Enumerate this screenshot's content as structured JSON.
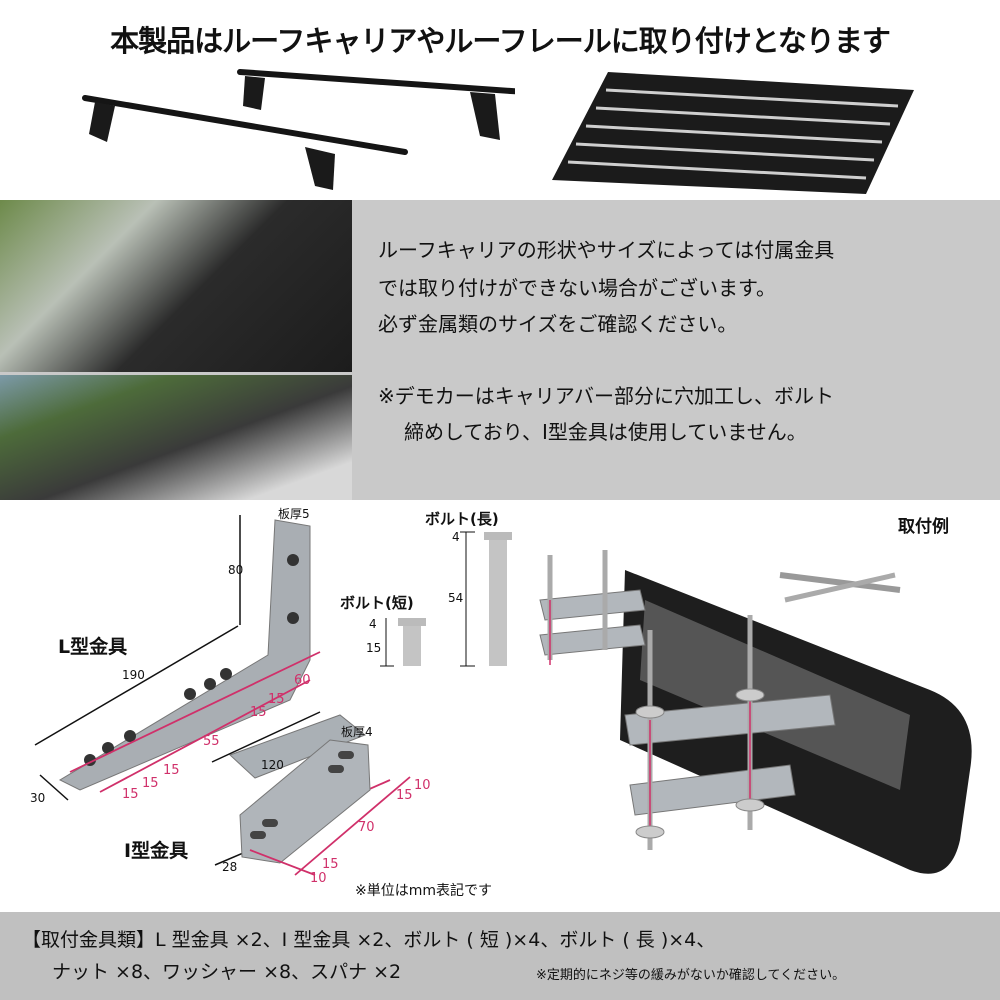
{
  "title": "本製品はルーフキャリアやルーフレールに取り付けとなります",
  "notice": {
    "line1": "ルーフキャリアの形状やサイズによっては付属金具",
    "line2": "では取り付けができない場合がございます。",
    "line3": "必ず金属類のサイズをご確認ください。",
    "note1": "※デモカーはキャリアバー部分に穴加工し、ボルト",
    "note2": "締めしており、I型金具は使用していません。"
  },
  "diagram": {
    "l_bracket": {
      "label": "L型金具",
      "thickness": "板厚5",
      "height": "80",
      "length": "190",
      "width": "30",
      "d60": "60",
      "d55": "55",
      "d15a": "15",
      "d15b": "15",
      "d15c": "15",
      "d15d": "15",
      "d15e": "15"
    },
    "i_bracket": {
      "label": "I型金具",
      "thickness": "板厚4",
      "length": "120",
      "width": "28",
      "d70": "70",
      "d10a": "10",
      "d15a": "15",
      "d10b": "10",
      "d15b": "15"
    },
    "bolt_short": {
      "label": "ボルト(短)",
      "head": "4",
      "shaft": "15"
    },
    "bolt_long": {
      "label": "ボルト(長)",
      "head": "4",
      "shaft": "54"
    },
    "example_label": "取付例",
    "unit_note": "※単位はmm表記です"
  },
  "footer": {
    "line1": "【取付金具類】L 型金具 ×2、I 型金具 ×2、ボルト ( 短 )×4、ボルト ( 長 )×4、",
    "line2": "ナット ×8、ワッシャー ×8、スパナ ×2",
    "note": "※定期的にネジ等の緩みがないか確認してください。"
  }
}
